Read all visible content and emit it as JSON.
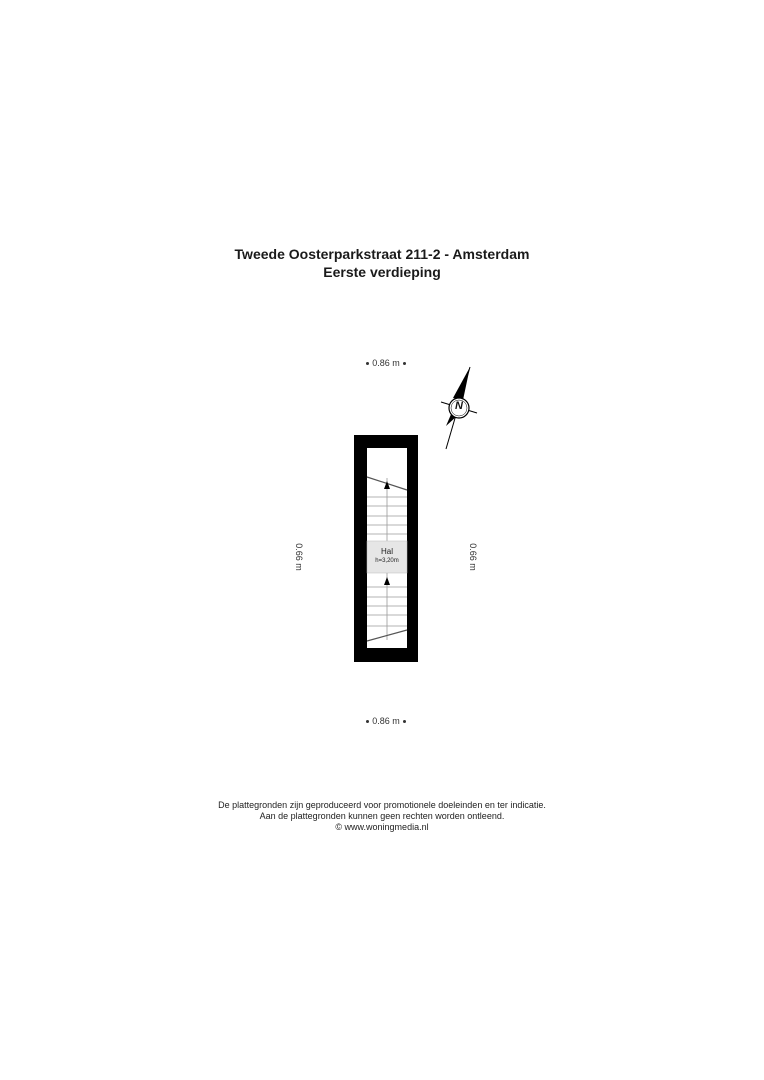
{
  "header": {
    "address": "Tweede Oosterparkstraat 211-2 - Amsterdam",
    "floor": "Eerste verdieping"
  },
  "dimensions": {
    "top": "0.86 m",
    "bottom": "0.86 m",
    "left": "0.66 m",
    "right": "0.66 m"
  },
  "room": {
    "name": "Hal",
    "height": "h=3,20m",
    "fill": "#e6e6e6"
  },
  "compass": {
    "label": "N"
  },
  "colors": {
    "wall": "#000000",
    "stair_lines": "#9a9a9a",
    "background": "#ffffff"
  },
  "footer": {
    "line1": "De plattegronden zijn geproduceerd voor promotionele doeleinden en ter indicatie.",
    "line2": "Aan de plattegronden kunnen geen rechten worden ontleend.",
    "line3": "© www.woningmedia.nl"
  }
}
